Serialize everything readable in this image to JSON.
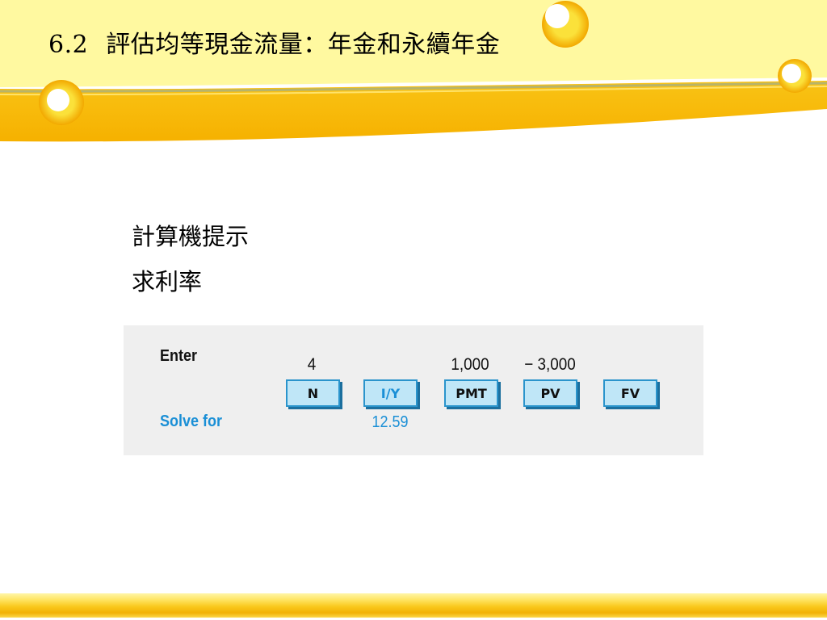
{
  "slide": {
    "section_number": "6.2",
    "title": "評估均等現金流量：年金和永續年金",
    "lines": [
      "計算機提示",
      "求利率"
    ]
  },
  "calculator": {
    "enter_label": "Enter",
    "solve_label": "Solve for",
    "keys": [
      {
        "label": "N",
        "input": "4",
        "solved": ""
      },
      {
        "label": "I/Y",
        "input": "",
        "solved": "12.59"
      },
      {
        "label": "PMT",
        "input": "1,000",
        "solved": ""
      },
      {
        "label": "PV",
        "input": "− 3,000",
        "solved": ""
      },
      {
        "label": "FV",
        "input": "",
        "solved": ""
      }
    ]
  },
  "colors": {
    "header_yellow": "#fff9a0",
    "band_gold": "#f7b500",
    "solve_blue": "#1a8fd6",
    "key_fill": "#bfe6f7",
    "key_border": "#2a94cc",
    "panel_gray": "#efefef"
  }
}
